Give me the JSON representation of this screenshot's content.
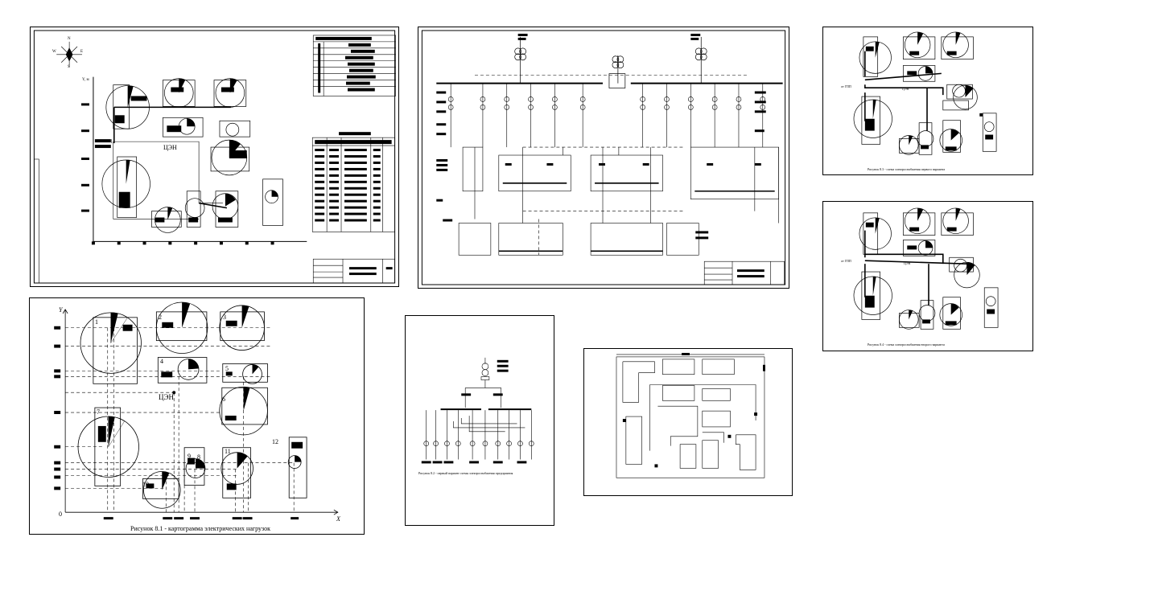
{
  "sheet1": {
    "center_label": "ЦЭН",
    "compass": {
      "north": "N",
      "east": "E",
      "west": "W",
      "south": "S"
    },
    "y_axis": "Y, м"
  },
  "sheet3": {
    "caption": "Рисунок 8.1 - картограмма электрических нагрузок",
    "center_label": "ЦЭН",
    "axis_x": "X",
    "axis_y": "Y",
    "origin": "0",
    "workshops": [
      "1",
      "2",
      "3",
      "4",
      "5",
      "6",
      "7",
      "8",
      "9",
      "10",
      "11",
      "12"
    ]
  },
  "sheet4": {
    "caption": "Рисунок 8.2 - первый вариант схемы электроснабжения предприятия"
  },
  "sheet6": {
    "caption": "Рисунок 8.3 - схема электроснабжения первого варианта",
    "label_gpp": "от ГПП",
    "label_center": "ЦЭН"
  },
  "sheet7": {
    "caption": "Рисунок 8.4 - схема электроснабжения второго варианта",
    "label_gpp": "от ГПП",
    "label_center": "ЦЭН"
  }
}
